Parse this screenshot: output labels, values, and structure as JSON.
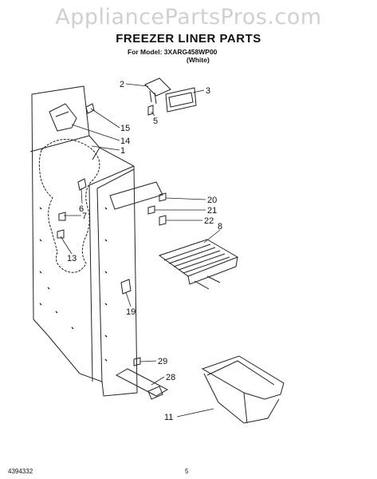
{
  "watermark": "AppliancePartsPros.com",
  "header": {
    "title": "FREEZER LINER PARTS",
    "model_line": "For Model: 3XARG458WP00",
    "color_line": "(White)"
  },
  "part_callouts": [
    "2",
    "3",
    "5",
    "15",
    "14",
    "1",
    "6",
    "7",
    "13",
    "20",
    "21",
    "22",
    "8",
    "19",
    "29",
    "28",
    "11"
  ],
  "footer": {
    "doc_number": "4394332",
    "page_number": "5"
  }
}
